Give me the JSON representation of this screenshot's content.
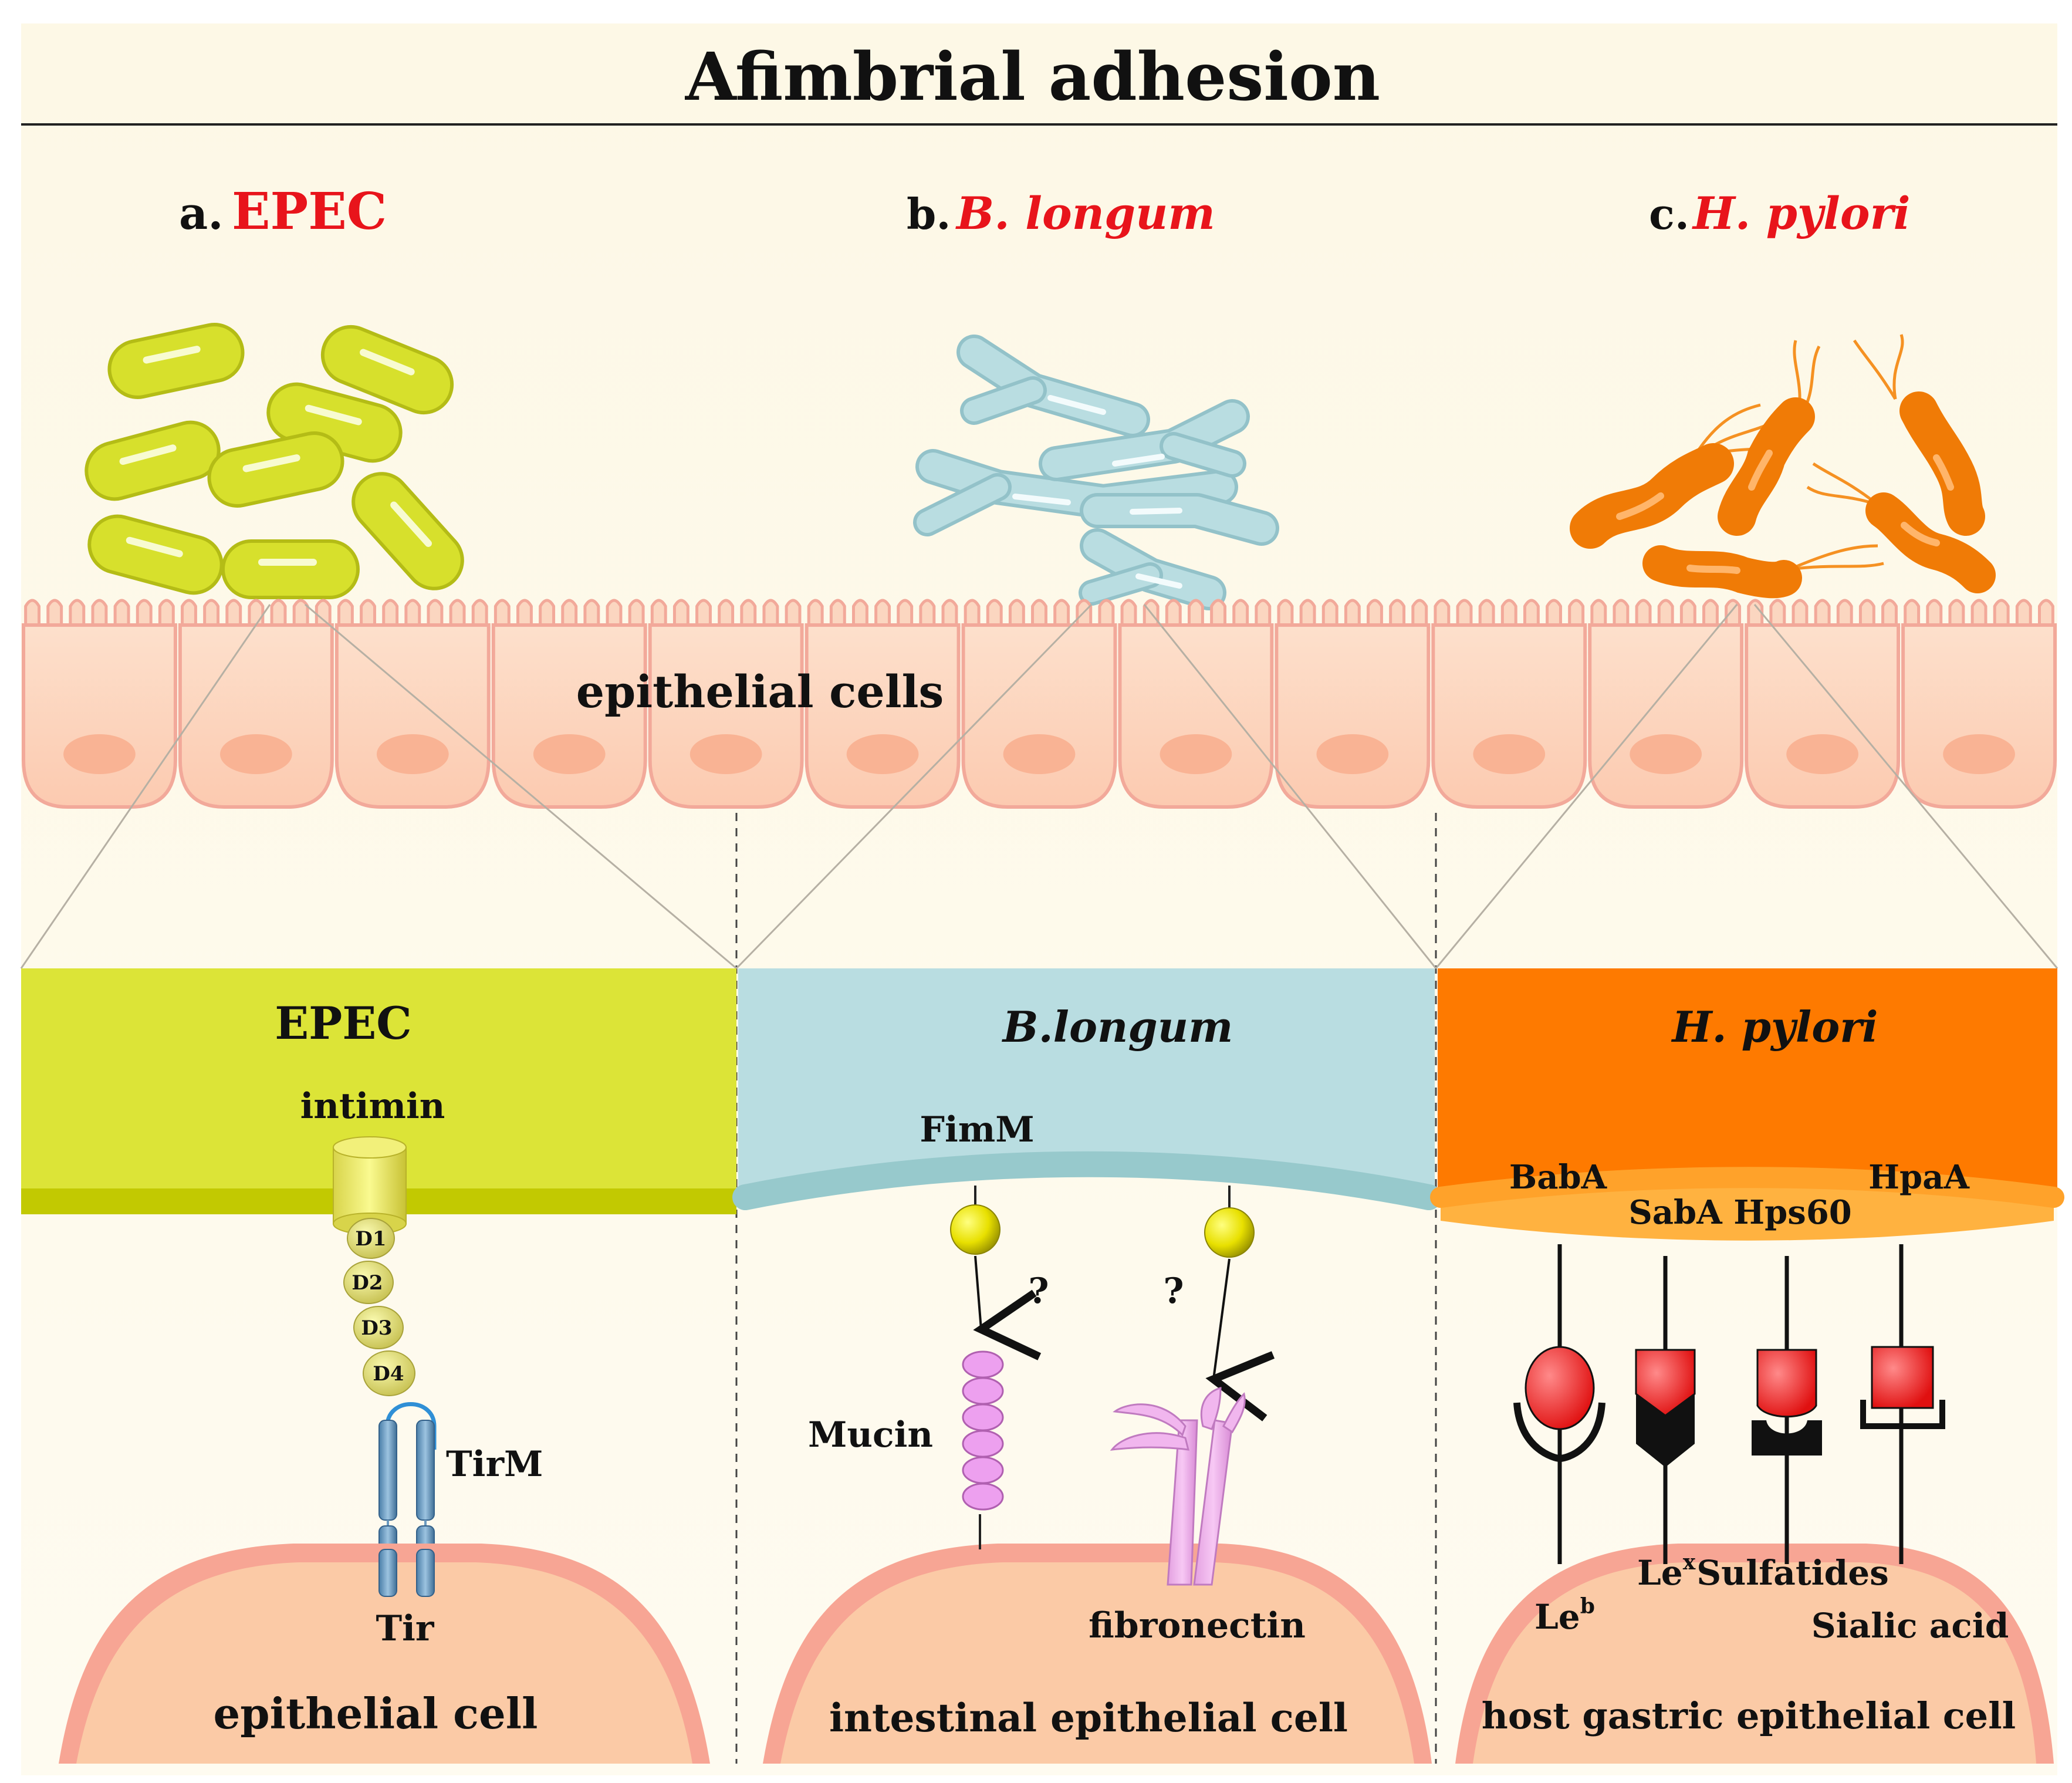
{
  "title": "Afimbrial adhesion",
  "sections": {
    "a": {
      "prefix": "a.",
      "name": "EPEC"
    },
    "b": {
      "prefix": "b.",
      "name": "B. longum"
    },
    "c": {
      "prefix": "c.",
      "name": "H. pylori"
    }
  },
  "middle_label": "epithelial cells",
  "panel_epec": {
    "header": "EPEC",
    "intimin": "intimin",
    "domains": [
      "D1",
      "D2",
      "D3",
      "D4"
    ],
    "tirm": "TirM",
    "tir": "Tir",
    "cell": "epithelial cell"
  },
  "panel_blongum": {
    "header": "B.longum",
    "fimm": "FimM",
    "q1": "?",
    "q2": "?",
    "mucin": "Mucin",
    "fibronectin": "fibronectin",
    "cell": "intestinal epithelial cell"
  },
  "panel_hpylori": {
    "header": "H. pylori",
    "adhesins": [
      "BabA",
      "SabA",
      "Hps60",
      "HpaA"
    ],
    "receptors": {
      "leb_base": "Le",
      "leb_sup": "b",
      "lex_base": "Le",
      "lex_sup": "x",
      "sulfatides": "Sulfatides",
      "sialic": "Sialic acid"
    },
    "cell": "host gastric epithelial cell"
  },
  "colors": {
    "epec": "#dce437",
    "blongum": "#b9dde1",
    "hpylori": "#fe7a00",
    "cell_fill": "#fbcaa6",
    "cell_edge": "#f7a594",
    "title_red": "#e8141b"
  }
}
